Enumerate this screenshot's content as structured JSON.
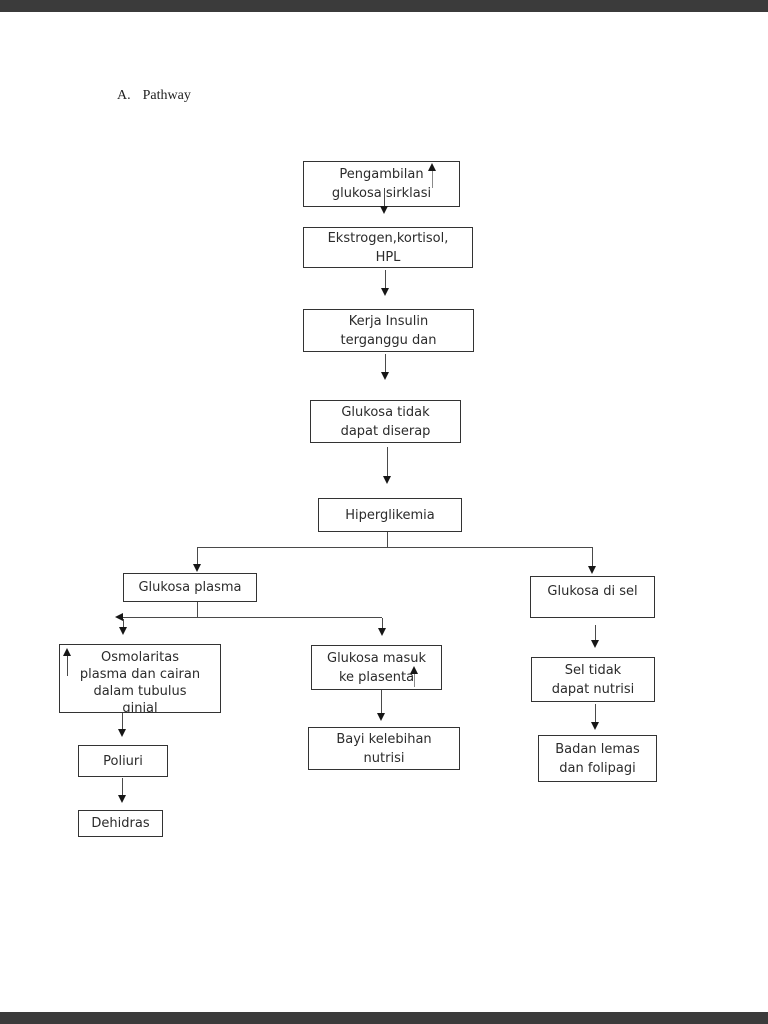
{
  "page": {
    "type": "document-flowchart",
    "colors": {
      "background": "#ffffff",
      "letterbox": "#3b3b3b",
      "box_border": "#333333",
      "text": "#2b2b2b",
      "connector": "#4a4a4a"
    }
  },
  "heading": {
    "number": "A.",
    "label": "Pathway"
  },
  "flowchart": {
    "nodes": [
      {
        "id": "pengambilan-glukosa",
        "label": "Pengambilan glukosa sirklasi",
        "lines": [
          "Pengambilan",
          "glukosa sirklasi"
        ],
        "up_arrow": true
      },
      {
        "id": "ekstrogen-kortisol-hpl",
        "label": "Ekstrogen,kortisol, HPL",
        "lines": [
          "Ekstrogen,kortisol,",
          "HPL"
        ],
        "up_arrow": false
      },
      {
        "id": "kerja-insulin",
        "label": "Kerja Insulin terganggu dan",
        "lines": [
          "Kerja Insulin",
          "terganggu dan"
        ],
        "up_arrow": false
      },
      {
        "id": "glukosa-tidak-diserap",
        "label": "Glukosa tidak dapat diserap",
        "lines": [
          "Glukosa tidak",
          "dapat diserap"
        ],
        "up_arrow": false
      },
      {
        "id": "hiperglikemia",
        "label": "Hiperglikemia",
        "lines": [
          "Hiperglikemia"
        ],
        "up_arrow": false
      },
      {
        "id": "glukosa-plasma",
        "label": "Glukosa plasma",
        "lines": [
          "Glukosa plasma"
        ],
        "up_arrow": false
      },
      {
        "id": "glukosa-di-sel",
        "label": "Glukosa di sel",
        "lines": [
          "Glukosa di sel"
        ],
        "up_arrow": false
      },
      {
        "id": "osmolaritas",
        "label": "Osmolaritas plasma dan cairan dalam tubulus ginjal",
        "lines": [
          "Osmolaritas",
          "plasma dan cairan",
          "dalam tubulus",
          "ginjal"
        ],
        "up_arrow": true
      },
      {
        "id": "glukosa-masuk-plasenta",
        "label": "Glukosa masuk ke plasenta",
        "lines": [
          "Glukosa masuk",
          "ke plasenta"
        ],
        "up_arrow": true
      },
      {
        "id": "sel-tidak-nutrisi",
        "label": "Sel tidak dapat nutrisi",
        "lines": [
          "Sel tidak",
          "dapat nutrisi"
        ],
        "up_arrow": false
      },
      {
        "id": "poliuri",
        "label": "Poliuri",
        "lines": [
          "Poliuri"
        ],
        "up_arrow": false
      },
      {
        "id": "bayi-kelebihan-nutrisi",
        "label": "Bayi kelebihan nutrisi",
        "lines": [
          "Bayi kelebihan",
          "nutrisi"
        ],
        "up_arrow": false
      },
      {
        "id": "badan-lemas",
        "label": "Badan lemas dan folipagi",
        "lines": [
          "Badan lemas",
          "dan folipagi"
        ],
        "up_arrow": false
      },
      {
        "id": "dehidras",
        "label": "Dehidras",
        "lines": [
          "Dehidras"
        ],
        "up_arrow": false
      }
    ],
    "edges": [
      {
        "from": "pengambilan-glukosa",
        "to": "ekstrogen-kortisol-hpl"
      },
      {
        "from": "ekstrogen-kortisol-hpl",
        "to": "kerja-insulin"
      },
      {
        "from": "kerja-insulin",
        "to": "glukosa-tidak-diserap"
      },
      {
        "from": "glukosa-tidak-diserap",
        "to": "hiperglikemia"
      },
      {
        "from": "hiperglikemia",
        "to": "glukosa-plasma"
      },
      {
        "from": "hiperglikemia",
        "to": "glukosa-di-sel"
      },
      {
        "from": "glukosa-plasma",
        "to": "osmolaritas"
      },
      {
        "from": "glukosa-plasma",
        "to": "glukosa-masuk-plasenta"
      },
      {
        "from": "osmolaritas",
        "to": "poliuri"
      },
      {
        "from": "poliuri",
        "to": "dehidras"
      },
      {
        "from": "glukosa-masuk-plasenta",
        "to": "bayi-kelebihan-nutrisi"
      },
      {
        "from": "glukosa-di-sel",
        "to": "sel-tidak-nutrisi"
      },
      {
        "from": "sel-tidak-nutrisi",
        "to": "badan-lemas"
      }
    ]
  }
}
